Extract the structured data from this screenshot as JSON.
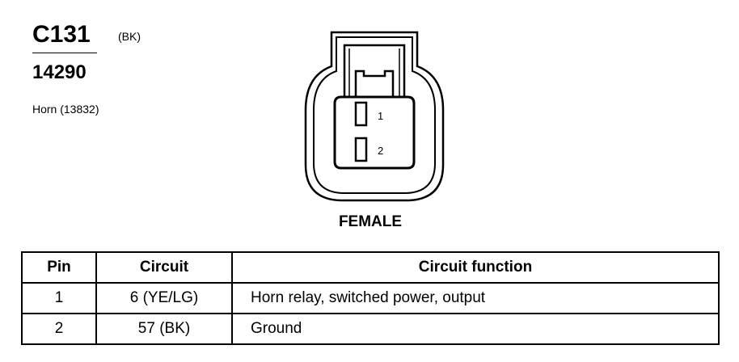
{
  "connector": {
    "id": "C131",
    "color_code": "(BK)",
    "part_number": "14290",
    "component": "Horn (13832)",
    "view": "FEMALE",
    "pin_labels": [
      "1",
      "2"
    ]
  },
  "table": {
    "headers": [
      "Pin",
      "Circuit",
      "Circuit function"
    ],
    "rows": [
      {
        "pin": "1",
        "circuit": "6 (YE/LG)",
        "function": "Horn relay, switched power, output"
      },
      {
        "pin": "2",
        "circuit": "57 (BK)",
        "function": "Ground"
      }
    ]
  }
}
